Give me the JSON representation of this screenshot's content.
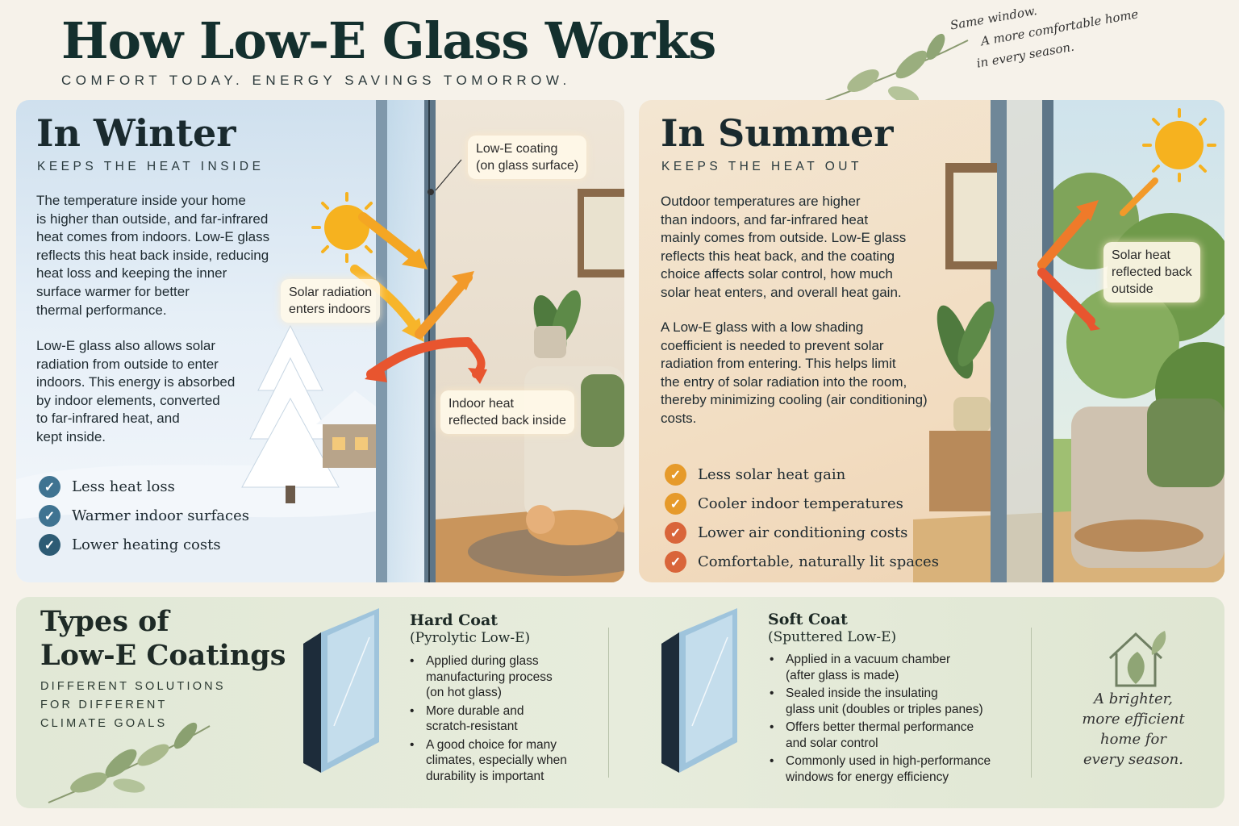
{
  "header": {
    "title": "How Low-E Glass Works",
    "subtitle": "COMFORT TODAY. ENERGY SAVINGS TOMORROW.",
    "tagline": [
      "Same window.",
      "A more comfortable home",
      "in every season."
    ]
  },
  "winter": {
    "title": "In Winter",
    "kicker": "KEEPS THE HEAT INSIDE",
    "para1": [
      "The temperature inside your home",
      "is higher than outside, and far-infrared",
      "heat comes from indoors. Low-E glass",
      "reflects this heat back inside, reducing",
      "heat loss and keeping the inner",
      "surface warmer for better",
      "thermal performance."
    ],
    "para2": [
      "Low-E glass also allows solar",
      "radiation from outside to enter",
      "indoors. This energy is absorbed",
      "by indoor elements, converted",
      "to far-infrared heat, and",
      "kept inside."
    ],
    "checks": [
      "Less heat loss",
      "Warmer indoor surfaces",
      "Lower heating costs"
    ],
    "callouts": {
      "coating": [
        "Low-E coating",
        "(on glass surface)"
      ],
      "solar": [
        "Solar radiation",
        "enters indoors"
      ],
      "indoor": [
        "Indoor heat",
        "reflected back inside"
      ]
    }
  },
  "summer": {
    "title": "In Summer",
    "kicker": "KEEPS THE HEAT OUT",
    "para1": [
      "Outdoor temperatures are higher",
      "than indoors, and far-infrared heat",
      "mainly comes from outside. Low-E glass",
      "reflects this heat back, and the coating",
      "choice affects solar control, how much",
      "solar heat enters, and overall heat gain."
    ],
    "para2": [
      "A Low-E glass with a low shading",
      "coefficient is needed to prevent solar",
      "radiation from entering. This helps limit",
      "the entry of solar radiation into the room,",
      "thereby minimizing cooling (air conditioning)",
      "costs."
    ],
    "checks": [
      "Less solar heat gain",
      "Cooler indoor temperatures",
      "Lower air conditioning costs",
      "Comfortable, naturally lit spaces"
    ],
    "callouts": {
      "solar": [
        "Solar heat",
        "reflected back",
        "outside"
      ]
    }
  },
  "types": {
    "title": [
      "Types of",
      "Low-E Coatings"
    ],
    "kicker": [
      "DIFFERENT SOLUTIONS",
      "FOR DIFFERENT",
      "CLIMATE GOALS"
    ],
    "hard": {
      "title": "Hard Coat",
      "sub": "(Pyrolytic Low-E)",
      "items": [
        [
          "Applied during glass",
          "manufacturing process",
          "(on hot glass)"
        ],
        [
          "More durable and",
          "scratch-resistant"
        ],
        [
          "A good choice for many",
          "climates, especially when",
          "durability is important"
        ]
      ]
    },
    "soft": {
      "title": "Soft Coat",
      "sub": "(Sputtered Low-E)",
      "items": [
        [
          "Applied in a vacuum chamber",
          "(after glass is made)"
        ],
        [
          "Sealed inside the insulating",
          "glass unit (doubles or triples panes)"
        ],
        [
          "Offers better thermal performance",
          "and solar control"
        ],
        [
          "Commonly used in high-performance",
          "windows for energy efficiency"
        ]
      ]
    },
    "closing": [
      "A brighter,",
      "more efficient",
      "home for",
      "every season."
    ]
  },
  "colors": {
    "title": "#14302e",
    "winter_check": "#3f7391",
    "summer_check_amber": "#e69a2a",
    "summer_check_red": "#d9653a",
    "arrow_orange": "#ef7a2a",
    "sun": "#f6b21f"
  },
  "icons": [
    "sun-icon",
    "check-icon",
    "house-leaf-icon",
    "leaf-icon",
    "glass-pane-icon"
  ]
}
